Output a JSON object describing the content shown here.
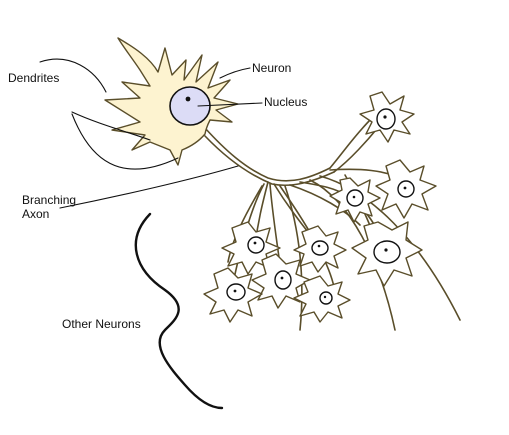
{
  "labels": {
    "dendrites": "Dendrites",
    "neuron": "Neuron",
    "nucleus": "Nucleus",
    "branching_axon_line1": "Branching",
    "branching_axon_line2": "Axon",
    "other_neurons": "Other Neurons"
  },
  "colors": {
    "main_body_fill": "#fdf3d0",
    "nucleus_fill": "#dcdcf6",
    "outline": "#5a4e2a",
    "label_text": "#111111",
    "pointer_line": "#111111"
  }
}
